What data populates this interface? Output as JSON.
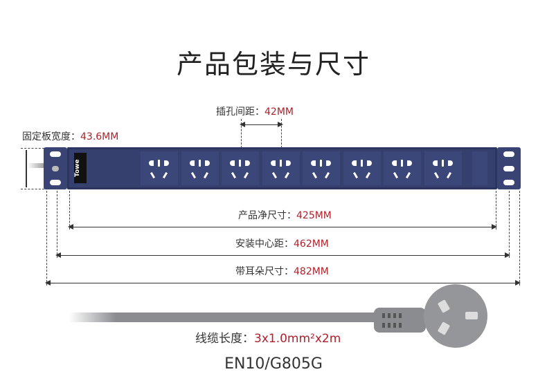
{
  "title": "产品包装与尺寸",
  "dimensions": {
    "pitch": {
      "label": "插孔间距：",
      "value": "42MM"
    },
    "plate_width": {
      "label": "固定板宽度：",
      "value": "43.6MM"
    },
    "net_size": {
      "label": "产品净尺寸：",
      "value": "425MM"
    },
    "mount_center": {
      "label": "安装中心距：",
      "value": "462MM"
    },
    "with_ears": {
      "label": "带耳朵尺寸：",
      "value": "482MM"
    },
    "cable": {
      "label": "线缆长度：",
      "value": "3x1.0mm²x2m"
    }
  },
  "product": {
    "brand_logo": "Towe",
    "socket_count": 8
  },
  "model": "EN10/G805G",
  "colors": {
    "body": "#36406e",
    "accent": "#b0202a",
    "cable": "#8a8c90"
  }
}
